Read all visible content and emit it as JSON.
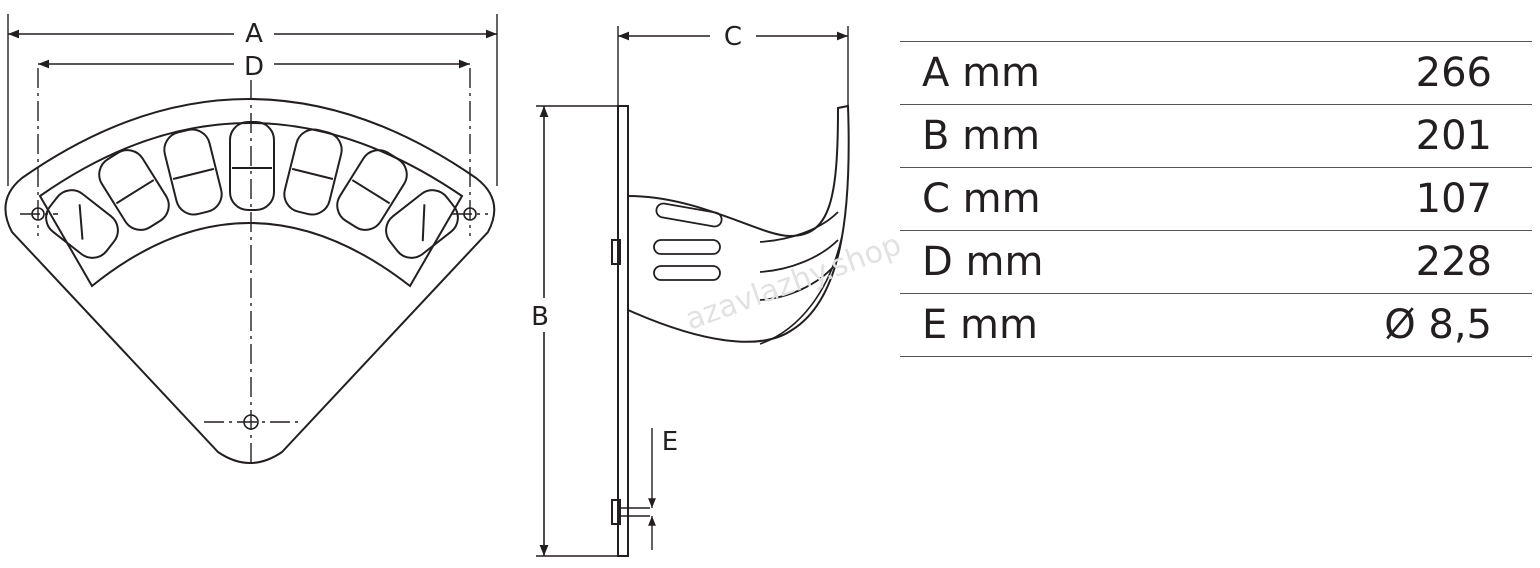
{
  "dimensions": {
    "A": "A",
    "B": "B",
    "C": "C",
    "D": "D",
    "E": "E"
  },
  "watermark": "azavlazhy.shop",
  "spec_table": [
    {
      "label": "A mm",
      "value": "266"
    },
    {
      "label": "B mm",
      "value": "201"
    },
    {
      "label": "C mm",
      "value": "107"
    },
    {
      "label": "D mm",
      "value": "228"
    },
    {
      "label": "E mm",
      "value": "Ø 8,5"
    }
  ]
}
